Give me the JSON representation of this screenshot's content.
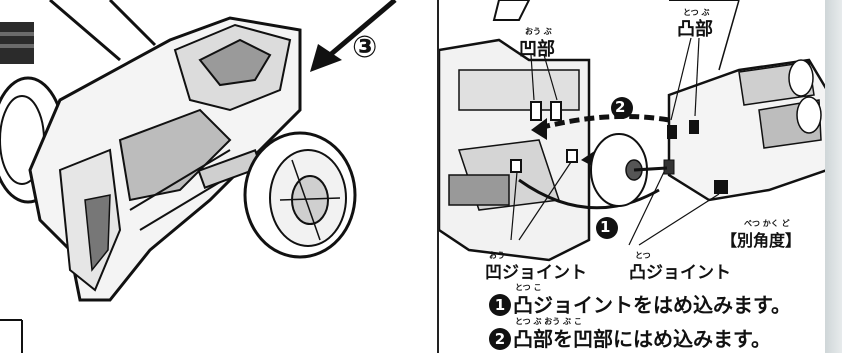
{
  "left": {
    "step_number": "③"
  },
  "right": {
    "label_recess_part": "凹部",
    "label_recess_part_ruby": "おう ぶ",
    "label_protrusion_part": "凸部",
    "label_protrusion_part_ruby": "とつ ぶ",
    "label_recess_joint": "凹ジョイント",
    "label_recess_joint_ruby": "おう",
    "label_protrusion_joint": "凸ジョイント",
    "label_protrusion_joint_ruby": "とつ",
    "label_alt_angle": "【別角度】",
    "label_alt_angle_ruby": "べつ かく ど",
    "marker_1": "1",
    "marker_2": "2",
    "instructions": [
      {
        "marker": "1",
        "text": "凸ジョイントをはめ込みます。",
        "ruby": "とつ                    こ"
      },
      {
        "marker": "2",
        "text": "凸部を凹部にはめ込みます。",
        "ruby": "とつ ぶ   おう ぶ        こ"
      }
    ]
  },
  "colors": {
    "ink": "#111111",
    "edge_strip": "#d7dde0"
  }
}
